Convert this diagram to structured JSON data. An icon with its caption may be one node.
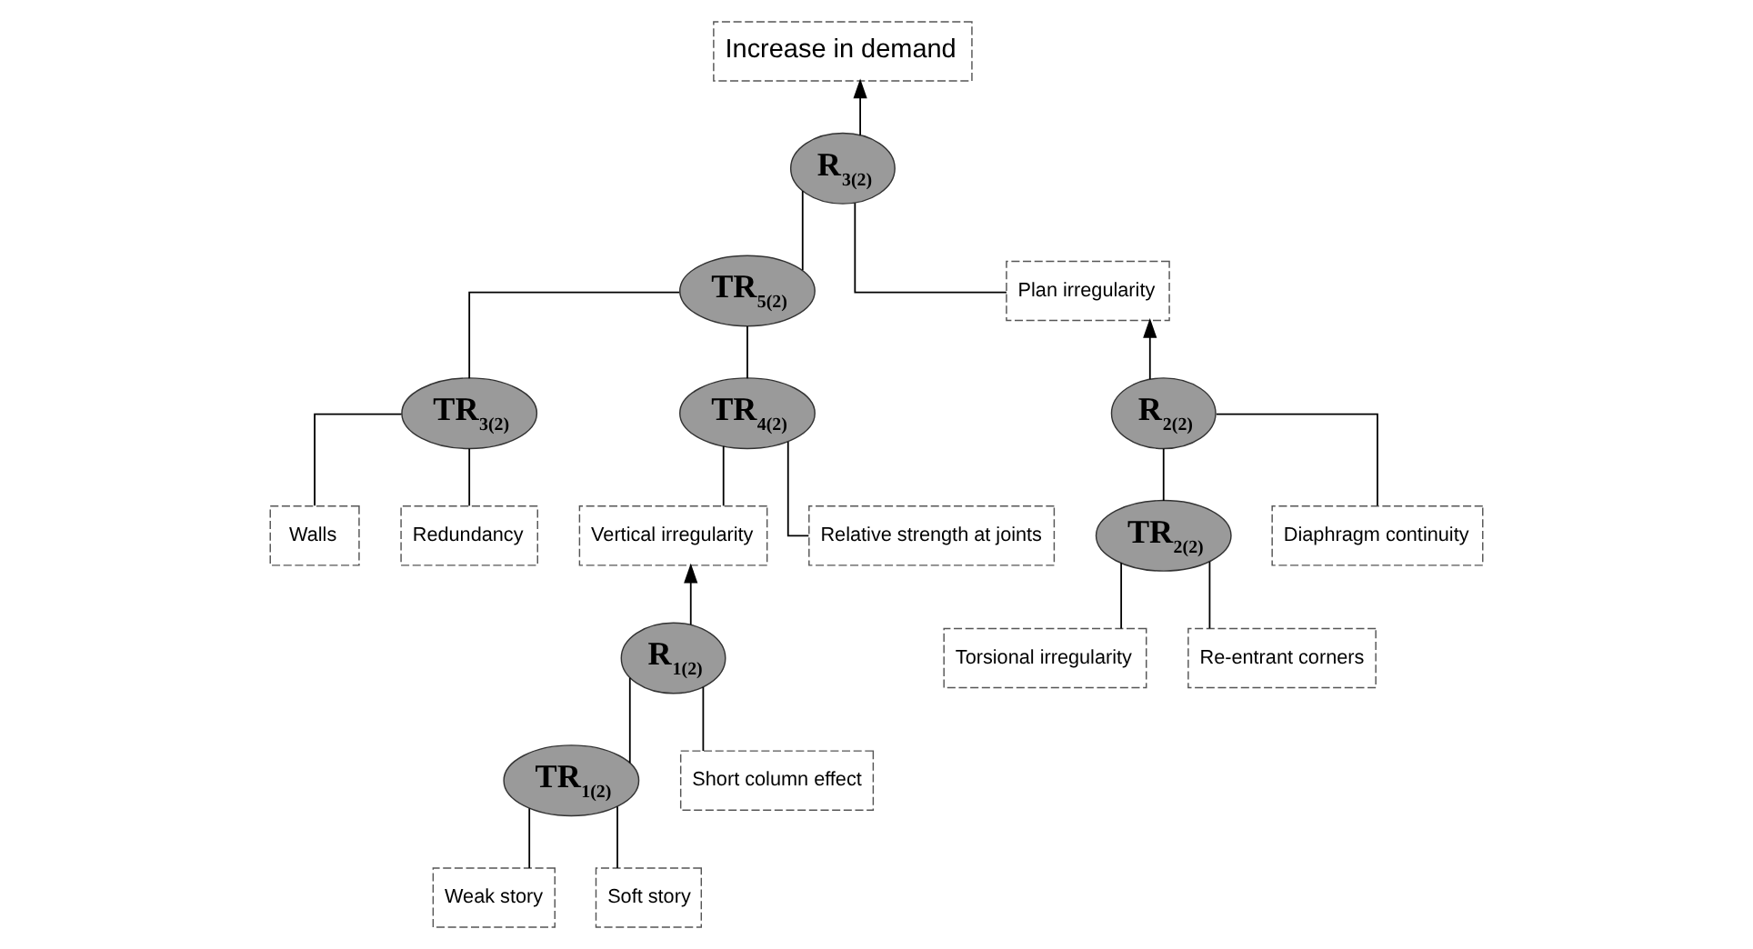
{
  "diagram": {
    "nodes": [
      {
        "text": [
          "Increase in demand"
        ]
      },
      {
        "text": [
          "R$_{3(2)}$"
        ]
      },
      {
        "text": [
          "TR$_{5(2)}$"
        ]
      },
      {
        "text": [
          "Plan irregularity"
        ]
      },
      {
        "text": [
          "TR$_{3(2)}$"
        ]
      },
      {
        "text": [
          "TR$_{4(2)}$"
        ]
      },
      {
        "text": [
          "R$_{2(2)}$"
        ]
      },
      {
        "text": [
          "Walls"
        ]
      },
      {
        "text": [
          "Redundancy"
        ]
      },
      {
        "text": [
          "Vertical irregularity"
        ]
      },
      {
        "text": [
          "Relative strength at joints"
        ]
      },
      {
        "text": [
          "TR$_{2(2)}$"
        ]
      },
      {
        "text": [
          "Diaphragm continuity"
        ]
      },
      {
        "text": [
          "R$_{1(2)}$"
        ]
      },
      {
        "text": [
          "Torsional irregularity"
        ]
      },
      {
        "text": [
          "Re-entrant corners"
        ]
      },
      {
        "text": [
          "TR$_{1(2)}$"
        ]
      },
      {
        "text": [
          "Short column effect"
        ]
      },
      {
        "text": [
          "Weak story"
        ]
      },
      {
        "text": [
          "Soft story"
        ]
      }
    ],
    "edges": [
      {
        "from": 1,
        "to": 0,
        "arrow": "to"
      },
      {
        "from": 1,
        "to": 2,
        "arrow": "none"
      },
      {
        "from": 1,
        "to": 3,
        "arrow": "none"
      },
      {
        "from": 2,
        "to": 4,
        "arrow": "none"
      },
      {
        "from": 2,
        "to": 5,
        "arrow": "none"
      },
      {
        "from": 6,
        "to": 3,
        "arrow": "to"
      },
      {
        "from": 4,
        "to": 7,
        "arrow": "none"
      },
      {
        "from": 4,
        "to": 8,
        "arrow": "none"
      },
      {
        "from": 5,
        "to": 9,
        "arrow": "none"
      },
      {
        "from": 5,
        "to": 10,
        "arrow": "none"
      },
      {
        "from": 6,
        "to": 11,
        "arrow": "none"
      },
      {
        "from": 6,
        "to": 12,
        "arrow": "none"
      },
      {
        "from": 13,
        "to": 9,
        "arrow": "to"
      },
      {
        "from": 11,
        "to": 14,
        "arrow": "none"
      },
      {
        "from": 11,
        "to": 15,
        "arrow": "none"
      },
      {
        "from": 13,
        "to": 16,
        "arrow": "none"
      },
      {
        "from": 13,
        "to": 17,
        "arrow": "none"
      },
      {
        "from": 16,
        "to": 18,
        "arrow": "none"
      },
      {
        "from": 16,
        "to": 19,
        "arrow": "none"
      }
    ]
  }
}
